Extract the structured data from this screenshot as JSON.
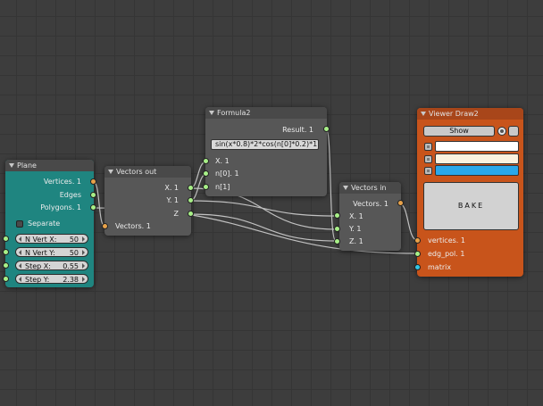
{
  "colors": {
    "background": "#3d3d3d",
    "grid": "#353535",
    "node_body": "#575757",
    "node_header": "#494949",
    "plane_body": "#1f8580",
    "viewer_body": "#c8541b",
    "socket_vertices": "#e8a24a",
    "socket_string": "#a8f088",
    "socket_matrix": "#34c8e6",
    "link": "#d0d0d0",
    "swatch_blue": "#2aa8ea",
    "swatch_cream": "#fbf2de"
  },
  "nodes": {
    "plane": {
      "title": "Plane",
      "outputs": {
        "vertices": "Vertices. 1",
        "edges": "Edges",
        "polygons": "Polygons. 1"
      },
      "separate_label": "Separate",
      "fields": [
        {
          "label": "N Vert X:",
          "value": "50"
        },
        {
          "label": "N Vert Y:",
          "value": "50"
        },
        {
          "label": "Step X:",
          "value": "0.55"
        },
        {
          "label": "Step Y:",
          "value": "2.38"
        }
      ]
    },
    "vectors_out": {
      "title": "Vectors out",
      "input": "Vectors. 1",
      "outputs": {
        "x": "X. 1",
        "y": "Y. 1",
        "z": "Z"
      }
    },
    "formula": {
      "title": "Formula2",
      "output": "Result. 1",
      "expression": "sin(x*0.8)*2*cos(n[0]*0.2)*1",
      "inputs": {
        "x": "X. 1",
        "n0": "n[0]. 1",
        "n1": "n[1]"
      }
    },
    "vectors_in": {
      "title": "Vectors in",
      "output": "Vectors. 1",
      "inputs": {
        "x": "X. 1",
        "y": "Y. 1",
        "z": "Z. 1"
      }
    },
    "viewer": {
      "title": "Viewer Draw2",
      "show_label": "Show",
      "bake_label": "BAKE",
      "inputs": {
        "vertices": "vertices. 1",
        "edg_pol": "edg_pol. 1",
        "matrix": "matrix"
      }
    }
  }
}
